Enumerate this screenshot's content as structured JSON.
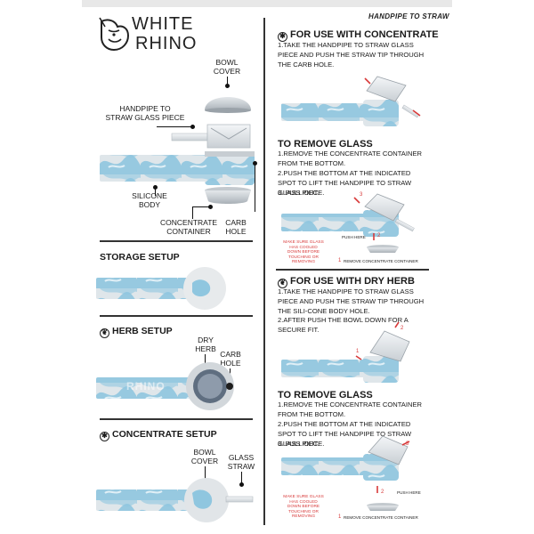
{
  "brand": {
    "line1": "WHITE",
    "line2": "RHINO"
  },
  "header_right": "HANDPIPE TO STRAW",
  "left": {
    "labels": {
      "bowl_cover": "BOWL COVER",
      "handpipe_to_straw": "HANDPIPE TO STRAW GLASS PIECE",
      "silicone_body": "SILICONE BODY",
      "concentrate_container": "CONCENTRATE CONTAINER",
      "carb_hole": "CARB HOLE"
    },
    "storage_title": "STORAGE SETUP",
    "herb_title": "HERB SETUP",
    "herb_labels": {
      "dry_herb": "DRY HERB",
      "carb_hole": "CARB HOLE"
    },
    "concentrate_title": "CONCENTRATE SETUP",
    "concentrate_labels": {
      "bowl_cover": "BOWL COVER",
      "glass_straw": "GLASS STRAW"
    },
    "pipe_text": "RHINO"
  },
  "right": {
    "concentrate": {
      "title": "FOR USE WITH CONCENTRATE",
      "step1": "1.TAKE THE HANDPIPE TO STRAW GLASS PIECE AND PUSH THE STRAW TIP THROUGH THE CARB HOLE.",
      "remove_title": "TO REMOVE GLASS",
      "remove_steps": [
        "1.REMOVE THE CONCENTRATE CONTAINER FROM THE BOTTOM.",
        "2.PUSH THE BOTTOM AT THE INDICATED SPOT TO LIFT THE HANDPIPE TO STRAW GLASS PIECE.",
        "3. PULL OUT."
      ],
      "warning": "MAKE SURE GLASS HAS COOLED DOWN BEFORE TOUCHING OR REMOVING",
      "push_here": "PUSH HERE",
      "remove_container": "REMOVE CONCENTRATE CONTAINER",
      "n1": "1",
      "n2": "2",
      "n3": "3"
    },
    "herb": {
      "title": "FOR USE WITH DRY HERB",
      "step1": "1.TAKE THE HANDPIPE TO STRAW GLASS PIECE AND PUSH THE STRAW TIP THROUGH THE SILI-CONE BODY HOLE.",
      "step2": "2.AFTER PUSH THE BOWL DOWN FOR A SECURE FIT.",
      "remove_title": "TO REMOVE GLASS",
      "remove_steps": [
        "1.REMOVE THE CONCENTRATE CONTAINER FROM THE BOTTOM.",
        "2.PUSH THE BOTTOM AT THE INDICATED SPOT TO LIFT THE HANDPIPE TO STRAW GLASS PIECE.",
        "3. PULL OUT."
      ],
      "warning": "MAKE SURE GLASS HAS COOLED DOWN BEFORE TOUCHING OR REMOVING",
      "push_here": "PUSH HERE",
      "remove_container": "REMOVE CONCENTRATE CONTAINER",
      "n1": "1",
      "n2": "2",
      "n3": "3"
    }
  },
  "colors": {
    "blue": "#8fc6df",
    "silicone": "#cfd5da",
    "accent_red": "#d83a3a",
    "rule": "#333333"
  }
}
